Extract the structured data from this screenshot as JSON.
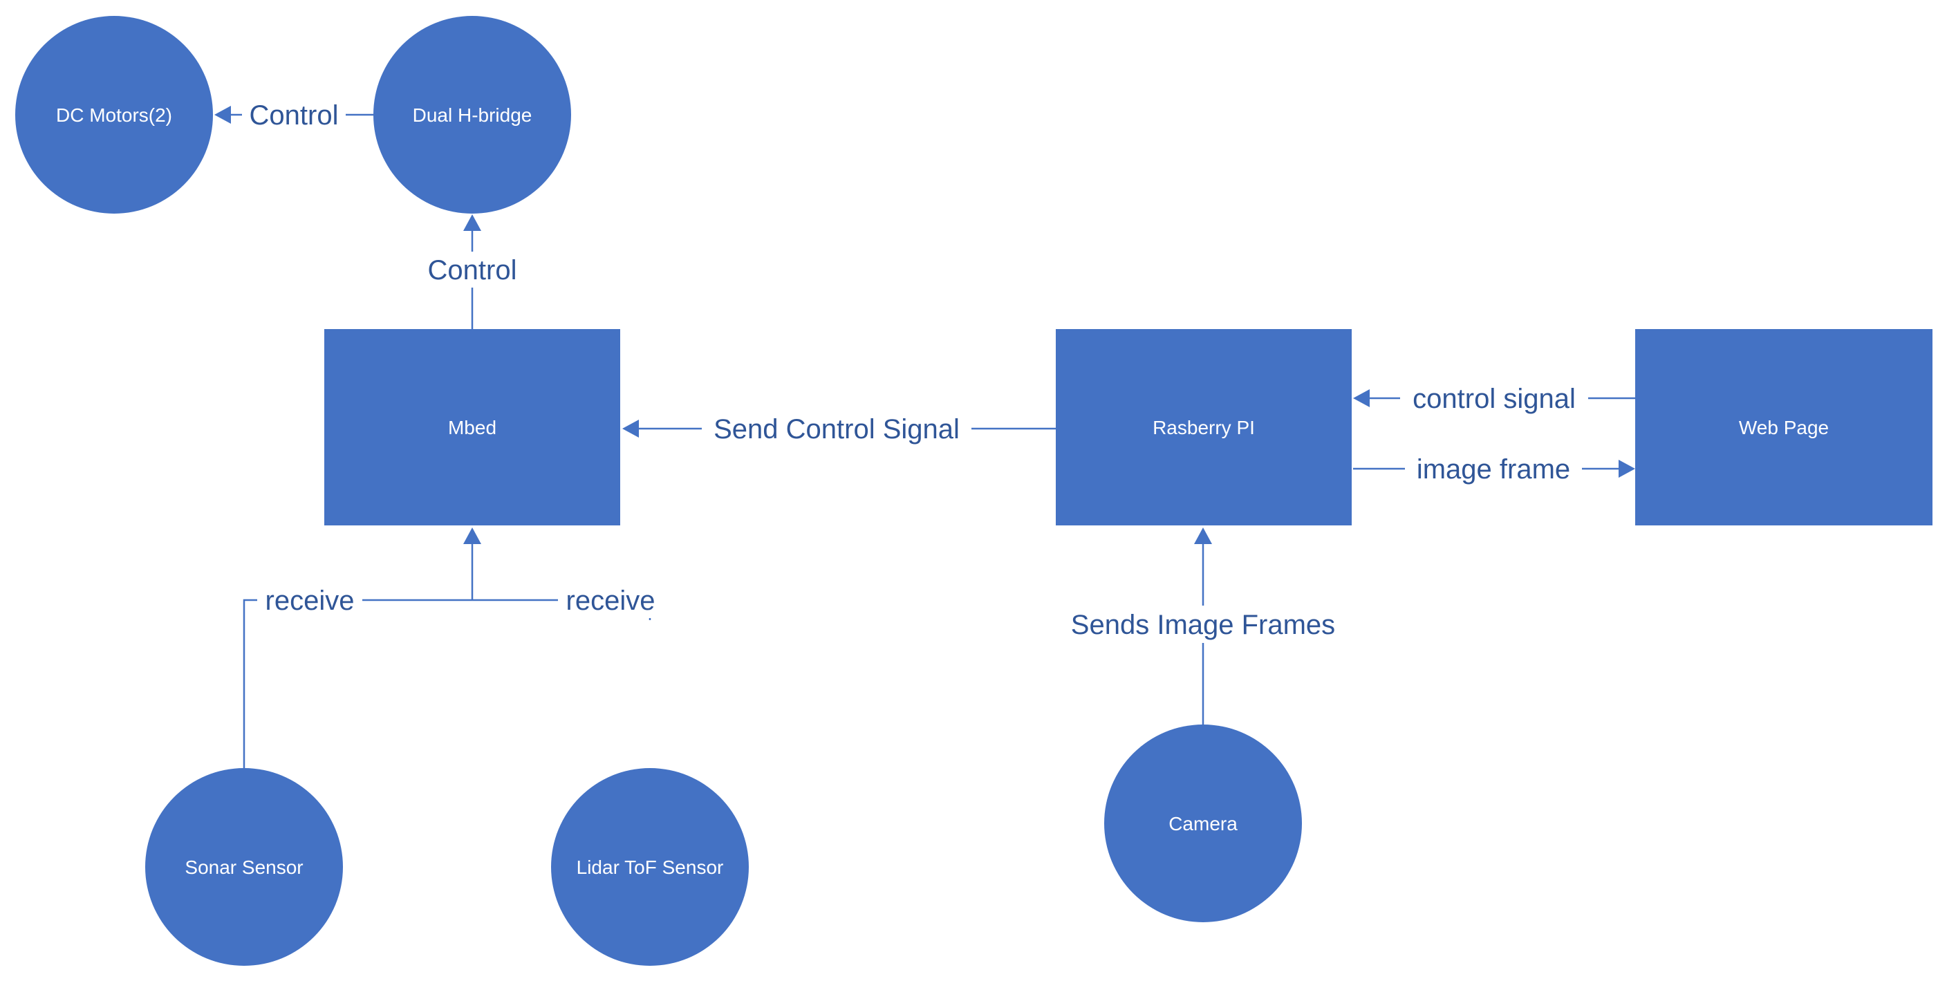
{
  "nodes": {
    "dc_motors": "DC Motors(2)",
    "h_bridge": "Dual H-bridge",
    "mbed": "Mbed",
    "raspberry_pi": "Rasberry PI",
    "web_page": "Web Page",
    "sonar": "Sonar Sensor",
    "lidar": "Lidar ToF Sensor",
    "camera": "Camera"
  },
  "edges": {
    "hbridge_to_motors": "Control",
    "mbed_to_hbridge": "Control",
    "pi_to_mbed": "Send Control Signal",
    "web_to_pi": "control signal",
    "pi_to_web": "image frame",
    "sonar_to_mbed": "receive",
    "lidar_to_mbed": "receive",
    "camera_to_pi": "Sends Image Frames"
  },
  "colors": {
    "node_fill": "#4472C4",
    "label_text": "#2F5597"
  }
}
